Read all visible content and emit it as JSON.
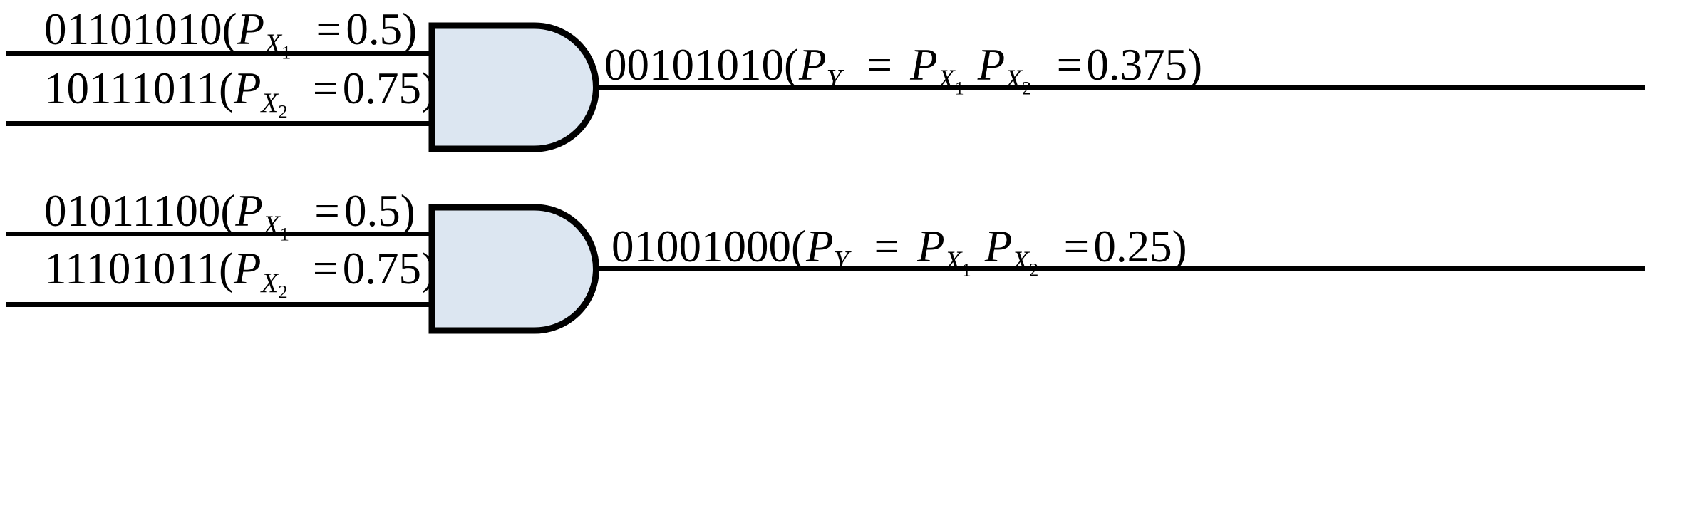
{
  "figure": {
    "type": "logic-diagram",
    "description": "Two AND gates with binary input streams and signal probabilities",
    "colors": {
      "gate_fill": "#dce6f1",
      "stroke": "#000000",
      "text": "#000000",
      "background": "#ffffff"
    }
  },
  "gates": [
    {
      "id": "and-gate-1",
      "type": "AND",
      "inputs": [
        {
          "bits": "01101010",
          "var": "P",
          "sub": "X",
          "subsub": "1",
          "op": "=",
          "value": "0.5",
          "open_paren": "(",
          "close_paren": ")"
        },
        {
          "bits": "10111011",
          "var": "P",
          "sub": "X",
          "subsub": "2",
          "op": "=",
          "value": "0.75",
          "open_paren": "(",
          "close_paren": ")"
        }
      ],
      "output": {
        "bits": "00101010",
        "var": "P",
        "sub": "Y",
        "op1": "=",
        "factor1_var": "P",
        "factor1_sub": "X",
        "factor1_subsub": "1",
        "factor2_var": "P",
        "factor2_sub": "X",
        "factor2_subsub": "2",
        "op2": "=",
        "value": "0.375",
        "open_paren": "(",
        "close_paren": ")"
      }
    },
    {
      "id": "and-gate-2",
      "type": "AND",
      "inputs": [
        {
          "bits": "01011100",
          "var": "P",
          "sub": "X",
          "subsub": "1",
          "op": "=",
          "value": "0.5",
          "open_paren": "(",
          "close_paren": ")"
        },
        {
          "bits": "11101011",
          "var": "P",
          "sub": "X",
          "subsub": "2",
          "op": "=",
          "value": "0.75",
          "open_paren": "(",
          "close_paren": ")"
        }
      ],
      "output": {
        "bits": "01001000",
        "var": "P",
        "sub": "Y",
        "op1": "=",
        "factor1_var": "P",
        "factor1_sub": "X",
        "factor1_subsub": "1",
        "factor2_var": "P",
        "factor2_sub": "X",
        "factor2_subsub": "2",
        "op2": "=",
        "value": "0.25",
        "open_paren": "(",
        "close_paren": ")"
      }
    }
  ]
}
